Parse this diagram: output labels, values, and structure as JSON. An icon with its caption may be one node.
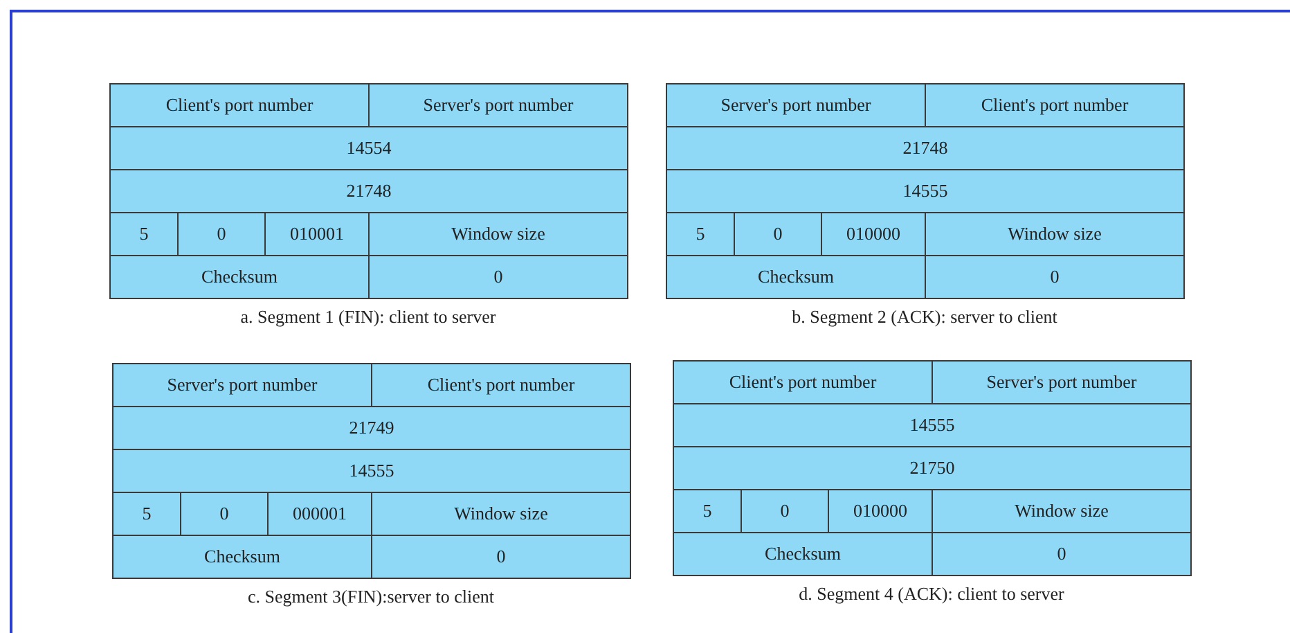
{
  "diagram": {
    "labels": [
      "Client's port number",
      "Server's port number",
      "14554",
      "21748",
      "5",
      "0",
      "010001",
      "Window size",
      "Checksum",
      "0",
      "a. Segment 1 (FIN): client to server",
      "Server's port number",
      "Client's port number",
      "21748",
      "14555",
      "5",
      "0",
      "010000",
      "Window size",
      "Checksum",
      "0",
      "b. Segment 2 (ACK): server to client",
      "Server's port number",
      "Client's port number",
      "21749",
      "14555",
      "5",
      "0",
      "000001",
      "Window size",
      "Checksum",
      "0",
      "c. Segment 3(FIN):server to client",
      "Client's port number",
      "Server's port number",
      "14555",
      "21750",
      "5",
      "0",
      "010000",
      "Window size",
      "Checksum",
      "0",
      "d. Segment 4 (ACK): client to server"
    ]
  }
}
